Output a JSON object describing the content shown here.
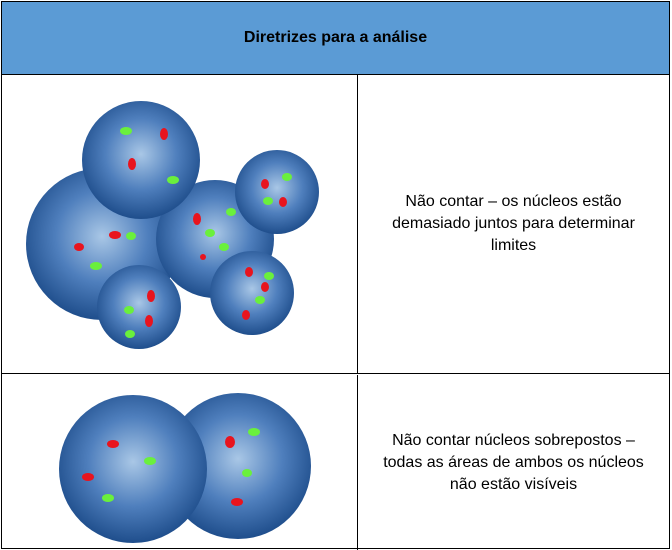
{
  "table": {
    "header": "Diretrizes para a análise",
    "rows": [
      {
        "image": "overlapping-nuclei-cluster",
        "text": "Não contar – os núcleos estão demasiado juntos para determinar limites"
      },
      {
        "image": "two-overlapping-nuclei",
        "text": "Não contar núcleos sobrepostos – todas as áreas de ambos os núcleos não estão visíveis"
      }
    ]
  },
  "colors": {
    "header_background": "#5b9bd5",
    "nucleus_dark": "#1f4e8c",
    "nucleus_light": "#a9c7e6",
    "signal_red": "#e8141e",
    "signal_green": "#6af03c"
  }
}
